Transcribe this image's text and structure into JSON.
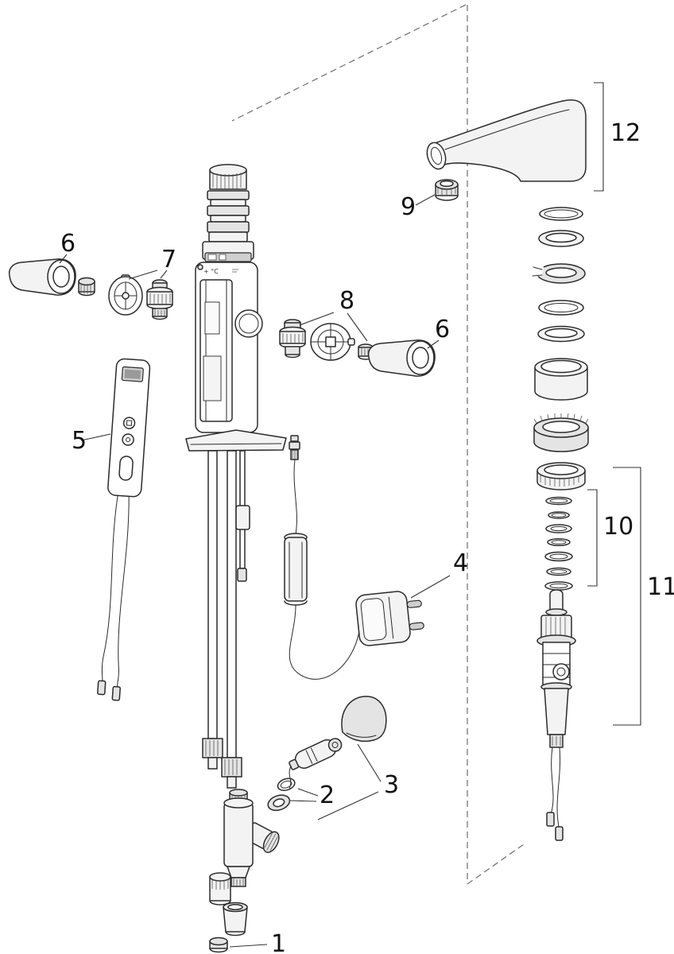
{
  "diagram": {
    "body_marking": "+ °C",
    "callouts": {
      "n1": "1",
      "n2": "2",
      "n3": "3",
      "n4": "4",
      "n5": "5",
      "n6_left": "6",
      "n6_right": "6",
      "n7": "7",
      "n8": "8",
      "n9": "9",
      "n10": "10",
      "n11": "11",
      "n12": "12"
    }
  }
}
